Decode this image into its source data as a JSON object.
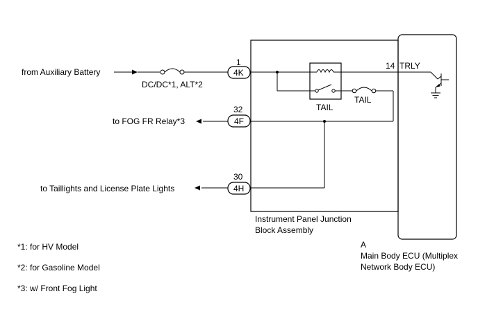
{
  "sources": {
    "aux_battery": "from Auxiliary Battery",
    "fog_relay": "to FOG FR Relay*3",
    "taillights": "to Taillights and License Plate Lights"
  },
  "fuse_label": "DC/DC*1, ALT*2",
  "connectors": [
    {
      "pin": "1",
      "id": "4K"
    },
    {
      "pin": "32",
      "id": "4F"
    },
    {
      "pin": "30",
      "id": "4H"
    }
  ],
  "relay_label": "TAIL",
  "internal_fuse_label": "TAIL",
  "ecu_pin": "14",
  "ecu_signal": "TRLY",
  "junction_block": [
    "Instrument Panel Junction",
    "Block Assembly"
  ],
  "ecu": {
    "ref": "A",
    "name": [
      "Main Body ECU (Multiplex",
      "Network Body ECU)"
    ]
  },
  "notes": [
    "*1: for HV Model",
    "*2: for Gasoline Model",
    "*3: w/ Front Fog Light"
  ]
}
